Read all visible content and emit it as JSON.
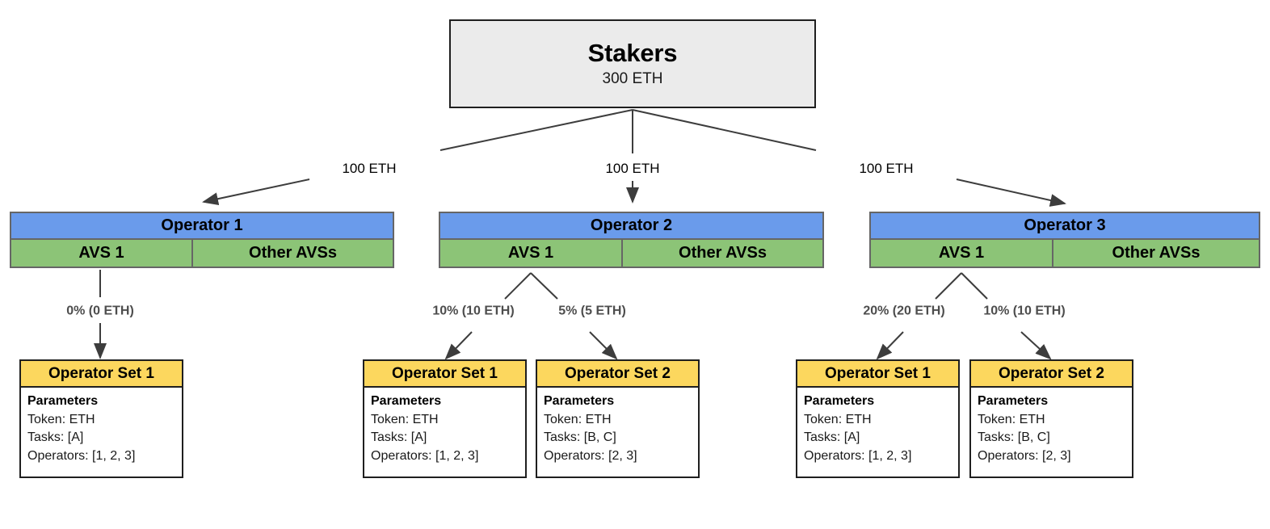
{
  "diagram": {
    "title_node": {
      "label": "Stakers",
      "amount": "300 ETH"
    },
    "colors": {
      "stakers_fill": "#ebebeb",
      "operator_fill": "#6a9beb",
      "avs_fill": "#8cc477",
      "operator_set_fill": "#fcd75e",
      "edge_stroke": "#3d3d3d",
      "percent_label": "#4d4d4d"
    },
    "operators": [
      {
        "name": "Operator 1",
        "stake_label": "100 ETH",
        "avs_cells": [
          "AVS 1",
          "Other AVSs"
        ],
        "allocations": [
          "0% (0 ETH)"
        ],
        "operator_sets": [
          {
            "title": "Operator Set 1",
            "params_label": "Parameters",
            "token": "Token: ETH",
            "tasks": "Tasks: [A]",
            "operators": "Operators: [1, 2, 3]"
          }
        ]
      },
      {
        "name": "Operator 2",
        "stake_label": "100 ETH",
        "avs_cells": [
          "AVS 1",
          "Other AVSs"
        ],
        "allocations": [
          "10% (10 ETH)",
          "5% (5 ETH)"
        ],
        "operator_sets": [
          {
            "title": "Operator Set 1",
            "params_label": "Parameters",
            "token": "Token: ETH",
            "tasks": "Tasks: [A]",
            "operators": "Operators: [1, 2, 3]"
          },
          {
            "title": "Operator Set 2",
            "params_label": "Parameters",
            "token": "Token: ETH",
            "tasks": "Tasks: [B, C]",
            "operators": "Operators: [2, 3]"
          }
        ]
      },
      {
        "name": "Operator 3",
        "stake_label": "100 ETH",
        "avs_cells": [
          "AVS 1",
          "Other AVSs"
        ],
        "allocations": [
          "20% (20 ETH)",
          "10% (10 ETH)"
        ],
        "operator_sets": [
          {
            "title": "Operator Set 1",
            "params_label": "Parameters",
            "token": "Token: ETH",
            "tasks": "Tasks: [A]",
            "operators": "Operators: [1, 2, 3]"
          },
          {
            "title": "Operator Set 2",
            "params_label": "Parameters",
            "token": "Token: ETH",
            "tasks": "Tasks: [B, C]",
            "operators": "Operators: [2, 3]"
          }
        ]
      }
    ]
  }
}
